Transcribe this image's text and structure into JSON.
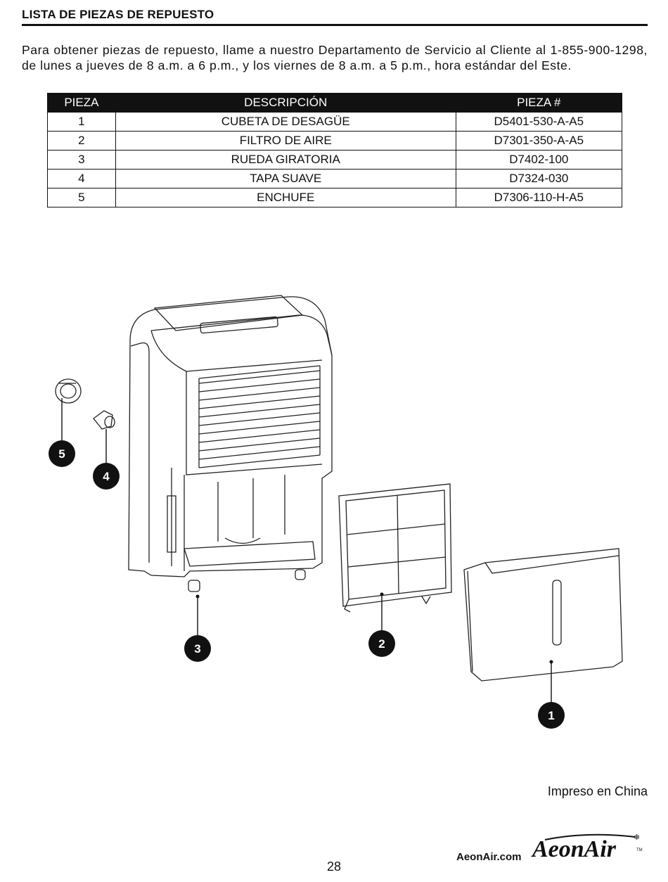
{
  "section_title": "LISTA DE PIEZAS DE REPUESTO",
  "intro": "Para obtener piezas de repuesto, llame a nuestro Departamento de Servicio al Cliente al 1-855-900-1298, de lunes a jueves de 8 a.m. a 6 p.m., y los viernes de 8 a.m. a 5 p.m., hora estándar del Este.",
  "table": {
    "headers": [
      "PIEZA",
      "DESCRIPCIÓN",
      "PIEZA #"
    ],
    "rows": [
      {
        "num": "1",
        "desc": "CUBETA DE DESAGÜE",
        "part": "D5401-530-A-A5"
      },
      {
        "num": "2",
        "desc": "FILTRO DE AIRE",
        "part": "D7301-350-A-A5"
      },
      {
        "num": "3",
        "desc": "RUEDA GIRATORIA",
        "part": "D7402-100"
      },
      {
        "num": "4",
        "desc": "TAPA SUAVE",
        "part": "D7324-030"
      },
      {
        "num": "5",
        "desc": "ENCHUFE",
        "part": "D7306-110-H-A5"
      }
    ]
  },
  "callouts": [
    "1",
    "2",
    "3",
    "4",
    "5"
  ],
  "printed_in": "Impreso en China",
  "page_number": "28",
  "website": "AeonAir.com",
  "brand": "AeonAir"
}
